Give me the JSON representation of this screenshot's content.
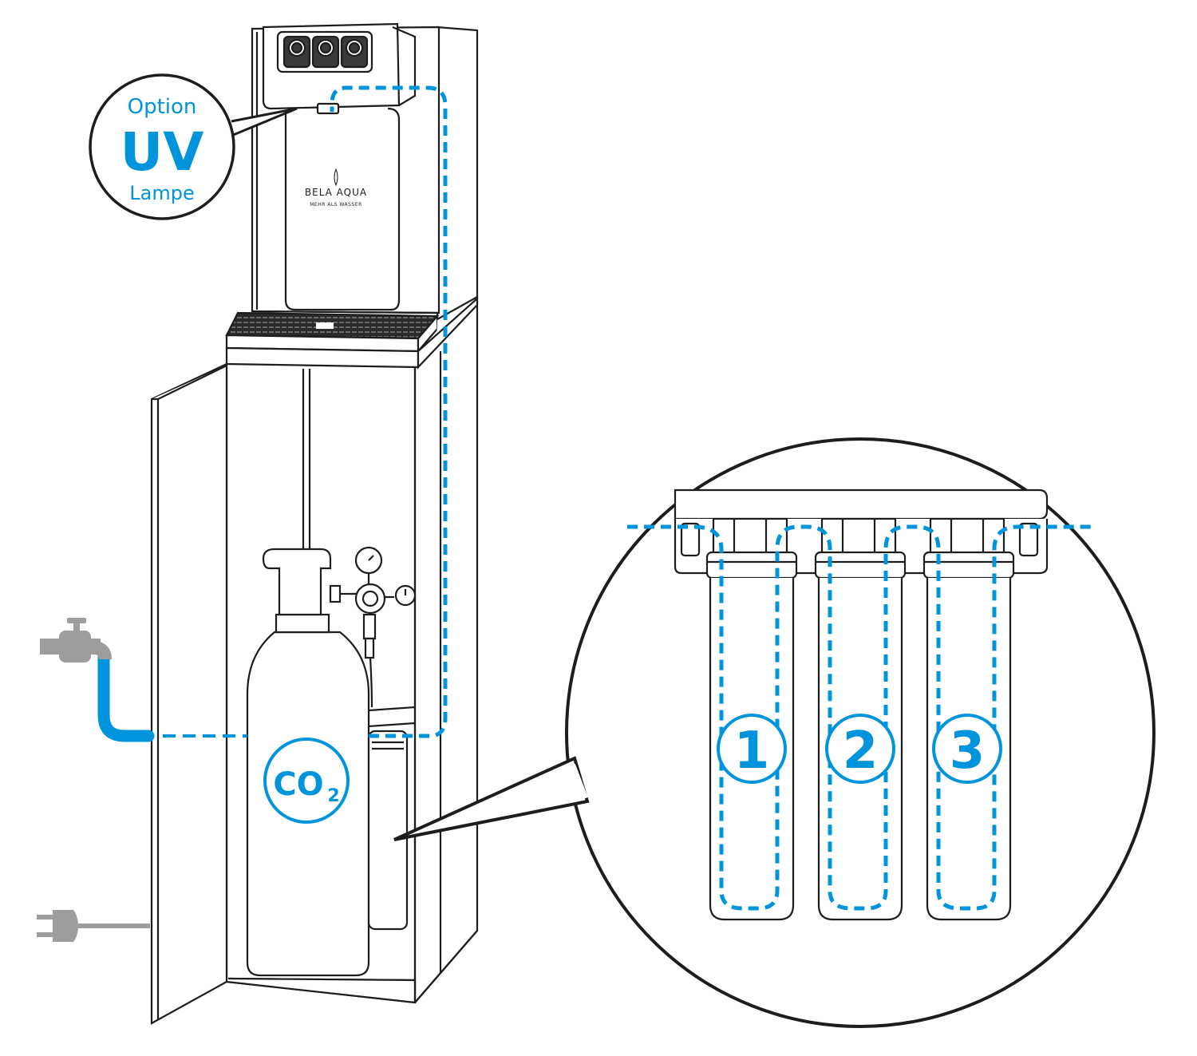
{
  "callout_uv": {
    "option_label": "Option",
    "uv_label": "UV",
    "lamp_label": "Lampe"
  },
  "device": {
    "brand_name": "BELA AQUA",
    "brand_tagline": "MEHR ALS WASSER"
  },
  "co2_badge": {
    "label": "CO",
    "subscript": "2"
  },
  "filters": [
    {
      "number": "1"
    },
    {
      "number": "2"
    },
    {
      "number": "3"
    }
  ],
  "colors": {
    "accent_blue": "#0094dd",
    "line_dark": "#1d1d1b",
    "utility_gray": "#9d9d9c"
  },
  "icons": {
    "water_tap": "water-tap-icon",
    "power_plug": "power-plug-icon"
  }
}
